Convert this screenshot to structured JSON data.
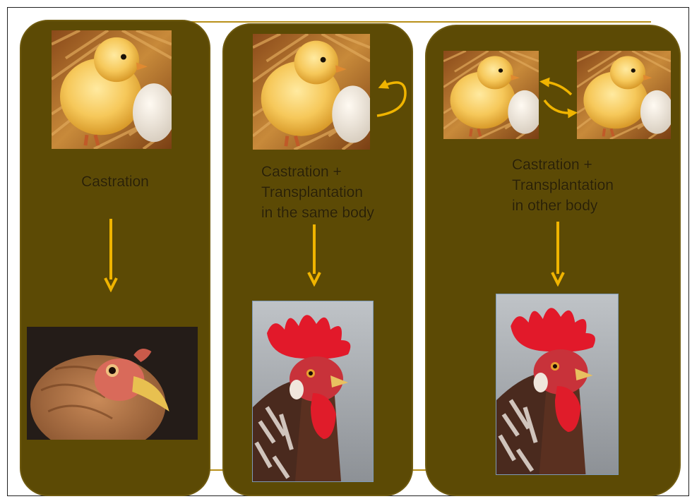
{
  "panels": [
    {
      "caption_lines": [
        "Castration"
      ],
      "result_image": "hen-head",
      "top_images": [
        "chick-with-egg"
      ]
    },
    {
      "caption_lines": [
        "Castration +",
        "Transplantation",
        "in the same body"
      ],
      "result_image": "rooster-head",
      "top_images": [
        "chick-with-egg"
      ],
      "swap_icon": "circular-return-arrow-icon"
    },
    {
      "caption_lines": [
        "Castration +",
        "Transplantation",
        "in other body"
      ],
      "result_image": "rooster-head",
      "top_images": [
        "chick-with-egg",
        "chick-with-egg"
      ],
      "swap_icon": "double-swap-arrow-icon"
    }
  ],
  "colors": {
    "panel_fill": "#5c4a05",
    "arrow": "#f0b400",
    "text": "#2a2004",
    "rule": "#b8901a"
  }
}
